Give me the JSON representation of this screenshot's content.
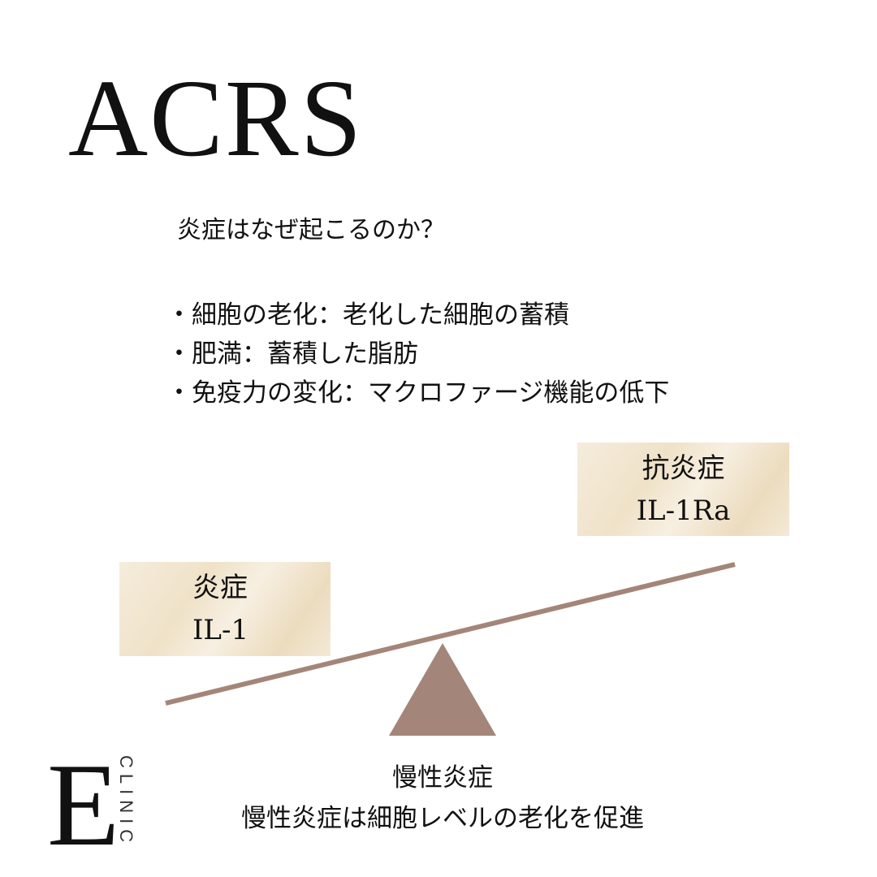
{
  "title": "ACRS",
  "question": "炎症はなぜ起こるのか？",
  "bullets": [
    "・細胞の老化：老化した細胞の蓄積",
    "・肥満：蓄積した脂肪",
    "・免疫力の変化：マクロファージ機能の低下"
  ],
  "anti_card": {
    "line1": "抗炎症",
    "line2": "IL-1Ra"
  },
  "inflam_card": {
    "line1": "炎症",
    "line2": "IL-1"
  },
  "caption": {
    "line1": "慢性炎症",
    "line2": "慢性炎症は細胞レベルの老化を促進"
  },
  "logo": {
    "letter": "E",
    "word": "CLINIC"
  },
  "colors": {
    "scale": "#a38679"
  }
}
